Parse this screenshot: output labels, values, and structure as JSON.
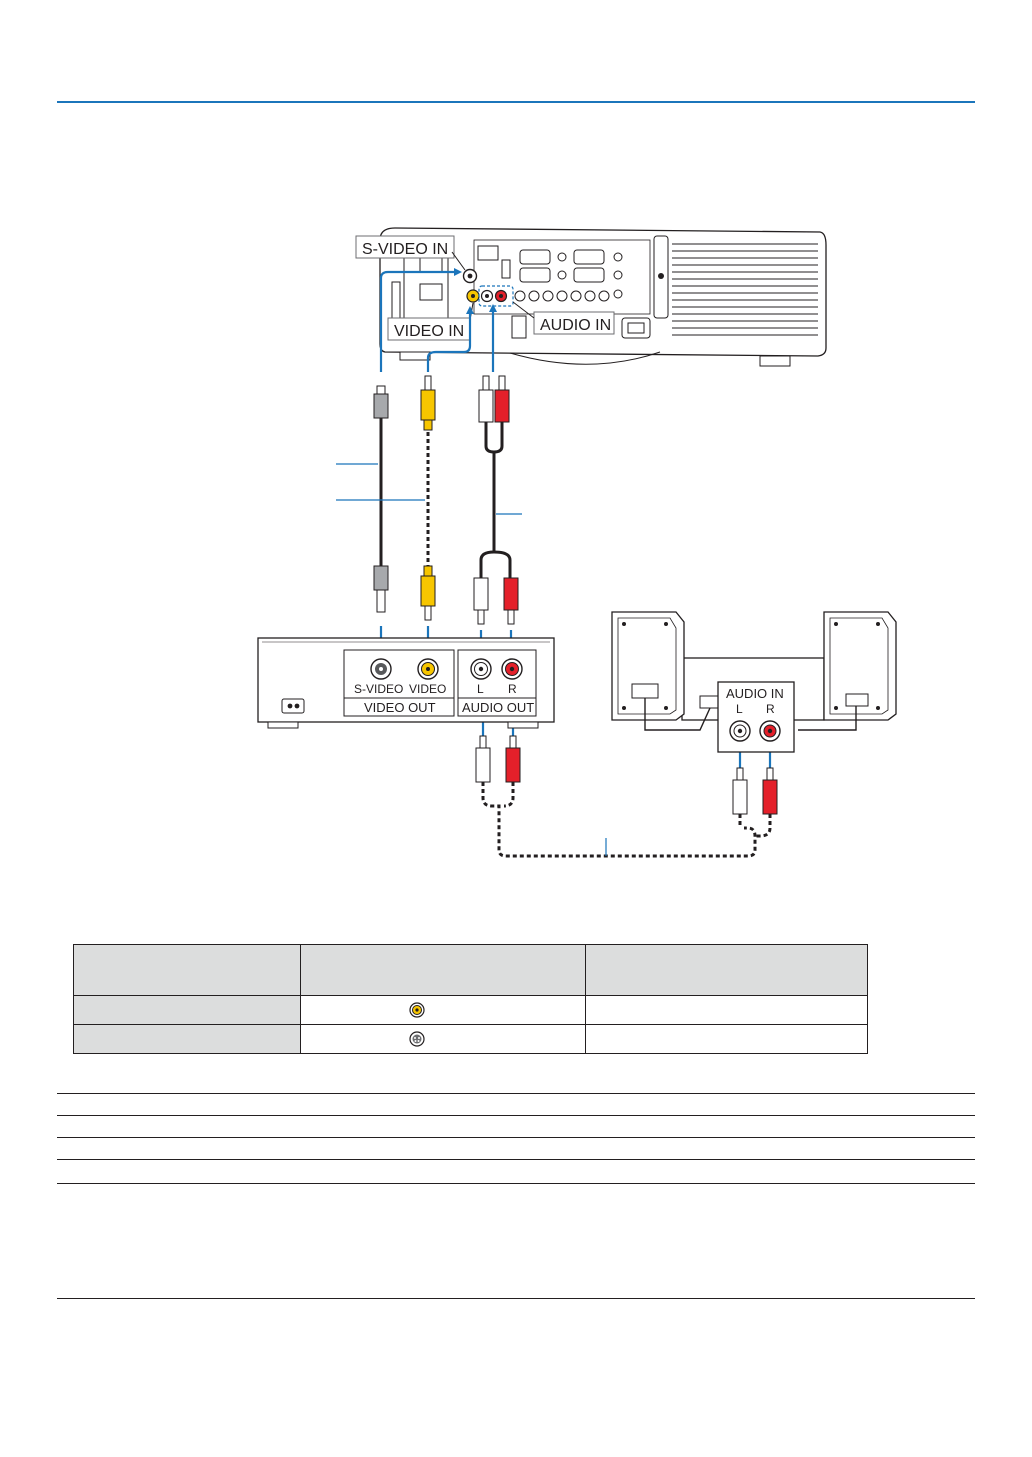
{
  "diagram": {
    "labels": {
      "svideo_in": "S-VIDEO IN",
      "video_in": "VIDEO IN",
      "audio_in": "AUDIO IN",
      "vcr_svideo": "S-VIDEO",
      "vcr_video": "VIDEO",
      "vcr_video_out": "VIDEO OUT",
      "vcr_audio_out": "AUDIO OUT",
      "vcr_l": "L",
      "vcr_r": "R",
      "spk_audio_in": "AUDIO IN",
      "spk_l": "L",
      "spk_r": "R"
    }
  },
  "table": {
    "rows": [
      {
        "jack_icon": "video-jack-icon"
      },
      {
        "jack_icon": "s-video-jack-icon"
      }
    ]
  },
  "colors": {
    "accent_blue": "#1b75bb",
    "video_yellow": "#f7c600",
    "audio_red": "#e4202a",
    "table_gray": "#dcdddd"
  }
}
